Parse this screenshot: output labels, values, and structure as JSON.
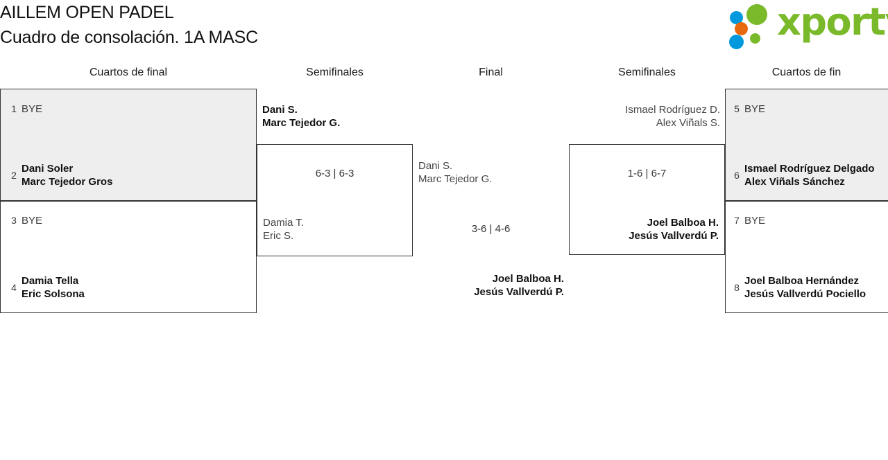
{
  "header": {
    "title_line_1": "AILLEM OPEN PADEL",
    "title_line_2": "Cuadro de consolación. 1A MASC",
    "logo_text": "xporty"
  },
  "colors": {
    "shaded_row": "#eeeeee",
    "border": "#333333",
    "logo_green": "#7ab929",
    "logo_blue": "#0099dd",
    "logo_orange": "#e8680d"
  },
  "round_headers": {
    "left_quarters": "Cuartos de final",
    "left_semis": "Semifinales",
    "final": "Final",
    "right_semis": "Semifinales",
    "right_quarters": "Cuartos de fin"
  },
  "bracket": {
    "left_quarterfinals": [
      {
        "seed_top": "1",
        "top_names": [
          "BYE"
        ],
        "top_status": "bye",
        "seed_bottom": "2",
        "bottom_names": [
          "Dani Soler",
          "Marc Tejedor Gros"
        ],
        "bottom_status": "winner",
        "score": ""
      },
      {
        "seed_top": "3",
        "top_names": [
          "BYE"
        ],
        "top_status": "bye",
        "seed_bottom": "4",
        "bottom_names": [
          "Damia Tella",
          "Eric Solsona"
        ],
        "bottom_status": "winner",
        "score": ""
      }
    ],
    "left_semifinal": {
      "top_names": [
        "Dani S.",
        "Marc Tejedor G."
      ],
      "top_status": "winner",
      "bottom_names": [
        "Damia T.",
        "Eric S."
      ],
      "bottom_status": "loser",
      "score": "6-3 | 6-3"
    },
    "final": {
      "top_names": [
        "Dani S.",
        "Marc Tejedor G."
      ],
      "top_status": "loser",
      "bottom_names": [
        "Joel Balboa H.",
        "Jesús Vallverdú P."
      ],
      "bottom_status": "winner",
      "score": "3-6 | 4-6"
    },
    "right_semifinal": {
      "top_names": [
        "Ismael Rodríguez D.",
        "Alex Viñals S."
      ],
      "top_status": "loser",
      "bottom_names": [
        "Joel Balboa H.",
        "Jesús Vallverdú P."
      ],
      "bottom_status": "winner",
      "score": "1-6 | 6-7"
    },
    "right_quarterfinals": [
      {
        "seed_top": "5",
        "top_names": [
          "BYE"
        ],
        "top_status": "bye",
        "seed_bottom": "6",
        "bottom_names": [
          "Ismael Rodríguez Delgado",
          "Alex Viñals Sánchez"
        ],
        "bottom_status": "winner",
        "score": ""
      },
      {
        "seed_top": "7",
        "top_names": [
          "BYE"
        ],
        "top_status": "bye",
        "seed_bottom": "8",
        "bottom_names": [
          "Joel Balboa Hernández",
          "Jesús Vallverdú Pociello"
        ],
        "bottom_status": "winner",
        "score": ""
      }
    ]
  }
}
